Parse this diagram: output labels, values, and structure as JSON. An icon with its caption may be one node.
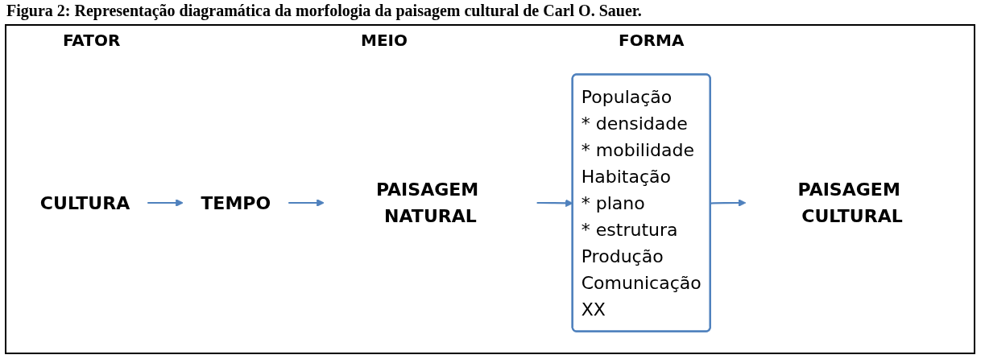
{
  "diagram": {
    "title": "Figura 2: Representação diagramática da morfologia da paisagem cultural de Carl O. Sauer.",
    "nodes": [
      {
        "text": [
          "CULTURA"
        ]
      },
      {
        "text": [
          "TEMPO"
        ]
      },
      {
        "text": [
          "PAISAGEM NATURAL"
        ]
      },
      {
        "text": [
          "População",
          "* densidade",
          "* mobilidade",
          "Habitação",
          "* plano",
          "* estrutura",
          "Produção",
          "Comunicação",
          "XX"
        ]
      },
      {
        "text": [
          "PAISAGEM CULTURAL"
        ]
      }
    ],
    "edges": [
      {
        "from": 0,
        "to": 1,
        "arrow": "to"
      },
      {
        "from": 1,
        "to": 2,
        "arrow": "to"
      },
      {
        "from": 2,
        "to": 3,
        "arrow": "to"
      },
      {
        "from": 3,
        "to": 4,
        "arrow": "to"
      }
    ],
    "labels": [
      "FATOR",
      "MEIO",
      "FORMA"
    ]
  }
}
